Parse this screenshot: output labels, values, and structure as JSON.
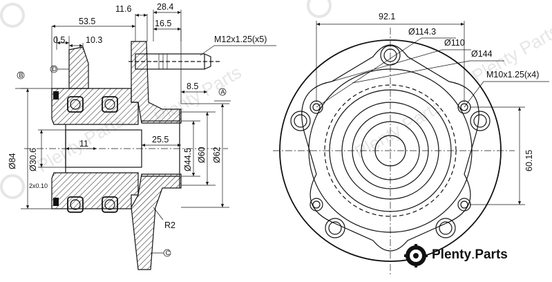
{
  "side_view": {
    "dims": {
      "d_11_6": "11.6",
      "d_28_4": "28.4",
      "d_53_5": "53.5",
      "d_16_5": "16.5",
      "d_0_5": "0.5",
      "d_10_3": "10.3",
      "d_8_5": "8.5",
      "d_11": "11",
      "d_25_5": "25.5",
      "d_84": "Ø84",
      "d_30_6": "Ø30.6",
      "d_44_5": "Ø44.5",
      "d_60": "Ø60",
      "d_62": "Ø62",
      "r2": "R2",
      "chamfer": "2x0.10"
    },
    "stud_thread": "M12x1.25(x5)",
    "datums": [
      "B",
      "D",
      "A",
      "C"
    ]
  },
  "front_view": {
    "dims": {
      "d_92_1": "92.1",
      "d_114_3": "Ø114.3",
      "d_110": "Ø110",
      "d_144": "Ø144",
      "d_60_15": "60.15"
    },
    "bolt_thread": "M10x1.25(x4)"
  },
  "watermark": "Plenty Parts",
  "brand": {
    "name": "Plenty",
    "separator": ".",
    "suffix": "Parts"
  }
}
